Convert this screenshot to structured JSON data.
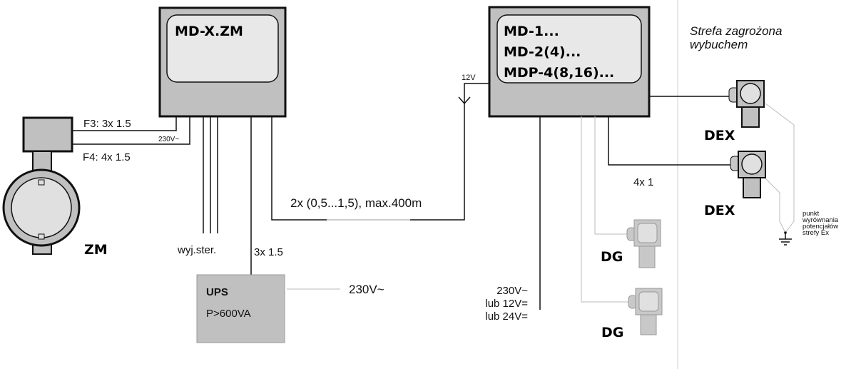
{
  "devices": {
    "md_x_zm": {
      "title": "MD-X.ZM"
    },
    "md_main": {
      "lines": [
        "MD-1...",
        "MD-2(4)...",
        "MDP-4(8,16)..."
      ]
    },
    "zm": {
      "label": "ZM"
    },
    "ups": {
      "title": "UPS",
      "power": "P>600VA"
    },
    "dex1": {
      "label": "DEX"
    },
    "dex2": {
      "label": "DEX"
    },
    "dg1": {
      "label": "DG"
    },
    "dg2": {
      "label": "DG"
    }
  },
  "wires": {
    "f3": "F3: 3x 1.5",
    "f4": "F4: 4x 1.5",
    "zm_supply": "230V~",
    "control_outputs": "wyj.ster.",
    "ups_cable": "3x 1.5",
    "ups_supply": "230V~",
    "bus_cable": "2x (0,5...1,5),  max.400m",
    "bus_voltage": "12V",
    "dex_cable": "4x 1",
    "md_supply": [
      "230V~",
      "lub 12V=",
      "lub 24V="
    ]
  },
  "zone": {
    "title_line1": "Strefa zagrożona",
    "title_line2": "wybuchem",
    "ground_note": [
      "punkt",
      "wyrównania",
      "potencjałów",
      "strefy  Ex"
    ]
  },
  "colors": {
    "device_fill": "#c0c0c0",
    "panel_fill": "#e8e8e8",
    "line_dark": "#111111",
    "line_light": "#bbbbbb"
  }
}
